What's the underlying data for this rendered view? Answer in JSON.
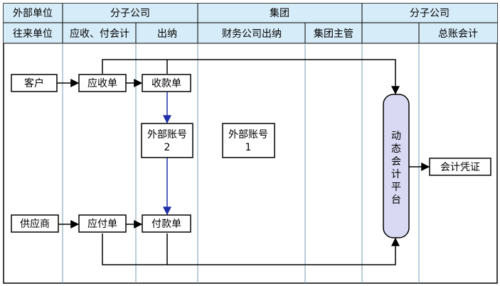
{
  "header_top": {
    "col1": "外部单位",
    "col2": "分子公司",
    "col3": "集团",
    "col4": "分子公司"
  },
  "header_sub": {
    "col1": "往来单位",
    "col2": "应收、付会计",
    "col3": "出纳",
    "col4": "财务公司出纳",
    "col5": "集团主管",
    "col6": "",
    "col7": "总账会计"
  },
  "nodes": {
    "customer": "客户",
    "receivable": "应收单",
    "receipt": "收款单",
    "ext_account_2_line1": "外部账号",
    "ext_account_2_line2": "2",
    "ext_account_1_line1": "外部账号",
    "ext_account_1_line2": "1",
    "supplier": "供应商",
    "payable": "应付单",
    "payment": "付款单",
    "platform_chars": [
      "动",
      "态",
      "会",
      "计",
      "平",
      "台"
    ],
    "voucher": "会计凭证"
  },
  "colors": {
    "header_bg": "#d6ecf8",
    "swimlane_bg": "#eaf5fc",
    "border": "#000000",
    "platform_fill": "#d9d9f3",
    "arrow_blue": "#1f2fa8"
  }
}
